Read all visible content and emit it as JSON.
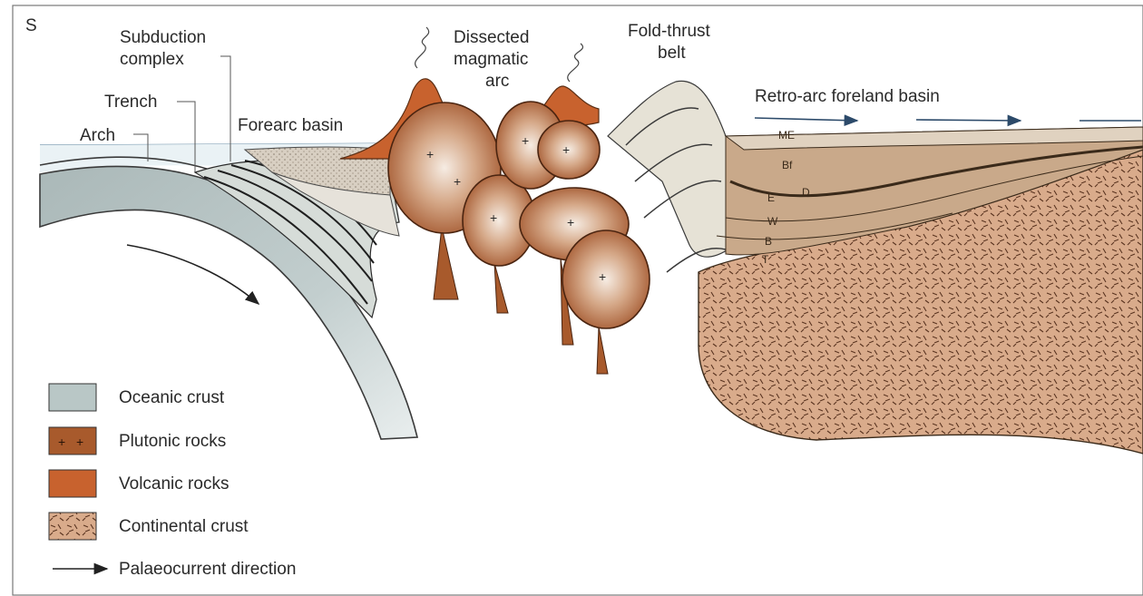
{
  "corner_label": "S",
  "labels": {
    "subduction_complex": [
      "Subduction",
      "complex"
    ],
    "trench": "Trench",
    "arch": "Arch",
    "forearc_basin": "Forearc basin",
    "magmatic_arc": [
      "Dissected",
      "magmatic",
      "arc"
    ],
    "fold_thrust_belt": [
      "Fold-thrust",
      "belt"
    ],
    "retro_arc_basin": "Retro-arc foreland basin"
  },
  "strata_units": [
    "ME",
    "Bf",
    "D",
    "E",
    "W",
    "B",
    "T"
  ],
  "legend": [
    {
      "label": "Oceanic crust",
      "swatch": "oceanic",
      "color": "#b9c7c6"
    },
    {
      "label": "Plutonic rocks",
      "swatch": "plutonic",
      "color": "#a85a2c"
    },
    {
      "label": "Volcanic rocks",
      "swatch": "volcanic",
      "color": "#c8622e"
    },
    {
      "label": "Continental crust",
      "swatch": "continental",
      "color": "#d7a98a"
    },
    {
      "label": "Palaeocurrent direction",
      "swatch": "arrow",
      "color": "#222222"
    }
  ]
}
